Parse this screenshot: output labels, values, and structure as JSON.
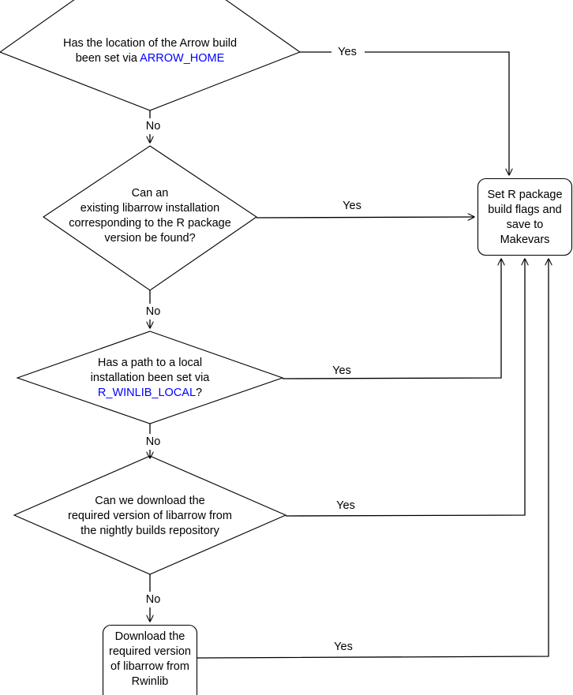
{
  "diagram": {
    "title": "Arrow R package libarrow build decision flowchart",
    "colors": {
      "background": "#ffffff",
      "stroke": "#000000",
      "text": "#000000",
      "code_accent": "#0000ff"
    },
    "nodes": [
      {
        "id": "arrow-home-decision",
        "type": "decision",
        "lines": [
          {
            "segments": [
              {
                "text": "Has the location of the Arrow build",
                "style": "plain"
              }
            ]
          },
          {
            "segments": [
              {
                "text": "been set via ",
                "style": "plain"
              },
              {
                "text": "ARROW_HOME",
                "style": "code"
              }
            ]
          }
        ]
      },
      {
        "id": "existing-install-decision",
        "type": "decision",
        "lines": [
          {
            "segments": [
              {
                "text": "Can an",
                "style": "plain"
              }
            ]
          },
          {
            "segments": [
              {
                "text": "existing libarrow installation",
                "style": "plain"
              }
            ]
          },
          {
            "segments": [
              {
                "text": "corresponding to the R package",
                "style": "plain"
              }
            ]
          },
          {
            "segments": [
              {
                "text": "version be found?",
                "style": "plain"
              }
            ]
          }
        ]
      },
      {
        "id": "local-path-decision",
        "type": "decision",
        "lines": [
          {
            "segments": [
              {
                "text": "Has a path to a local",
                "style": "plain"
              }
            ]
          },
          {
            "segments": [
              {
                "text": "installation been set via",
                "style": "plain"
              }
            ]
          },
          {
            "segments": [
              {
                "text": "R_WINLIB_LOCAL",
                "style": "code"
              },
              {
                "text": "?",
                "style": "plain"
              }
            ]
          }
        ]
      },
      {
        "id": "nightly-download-decision",
        "type": "decision",
        "lines": [
          {
            "segments": [
              {
                "text": "Can we download the",
                "style": "plain"
              }
            ]
          },
          {
            "segments": [
              {
                "text": "required version of libarrow from",
                "style": "plain"
              }
            ]
          },
          {
            "segments": [
              {
                "text": "the nightly builds repository",
                "style": "plain"
              }
            ]
          }
        ]
      },
      {
        "id": "rwinlib-download-process",
        "type": "process",
        "lines": [
          {
            "segments": [
              {
                "text": "Download the",
                "style": "plain"
              }
            ]
          },
          {
            "segments": [
              {
                "text": "required version",
                "style": "plain"
              }
            ]
          },
          {
            "segments": [
              {
                "text": "of libarrow from",
                "style": "plain"
              }
            ]
          },
          {
            "segments": [
              {
                "text": "Rwinlib",
                "style": "plain"
              }
            ]
          }
        ]
      },
      {
        "id": "set-build-flags-process",
        "type": "process",
        "lines": [
          {
            "segments": [
              {
                "text": "Set R package",
                "style": "plain"
              }
            ]
          },
          {
            "segments": [
              {
                "text": "build flags and",
                "style": "plain"
              }
            ]
          },
          {
            "segments": [
              {
                "text": "save to",
                "style": "plain"
              }
            ]
          },
          {
            "segments": [
              {
                "text": "Makevars",
                "style": "plain"
              }
            ]
          }
        ]
      }
    ],
    "node_text": {
      "arrow_home_l1": "Has the location of the Arrow build",
      "arrow_home_l2_pre": "been set via ",
      "arrow_home_l2_code": "ARROW_HOME",
      "existing_l1": "Can an",
      "existing_l2": "existing libarrow installation",
      "existing_l3": "corresponding to the R package",
      "existing_l4": "version be found?",
      "local_l1": "Has a path to a local",
      "local_l2": "installation been set via",
      "local_l3_code": "R_WINLIB_LOCAL",
      "local_l3_post": "?",
      "nightly_l1": "Can we download the",
      "nightly_l2": "required version of libarrow from",
      "nightly_l3": "the nightly builds repository",
      "rwinlib_l1": "Download the",
      "rwinlib_l2": "required version",
      "rwinlib_l3": "of libarrow from",
      "rwinlib_l4": "Rwinlib",
      "flags_l1": "Set R package",
      "flags_l2": "build flags and",
      "flags_l3": "save to",
      "flags_l4": "Makevars"
    },
    "edge_labels": {
      "yes_arrow_home": "Yes",
      "no_arrow_home": "No",
      "yes_existing": "Yes",
      "no_existing": "No",
      "yes_local": "Yes",
      "no_local": "No",
      "yes_nightly": "Yes",
      "no_nightly": "No",
      "yes_rwinlib": "Yes"
    }
  }
}
